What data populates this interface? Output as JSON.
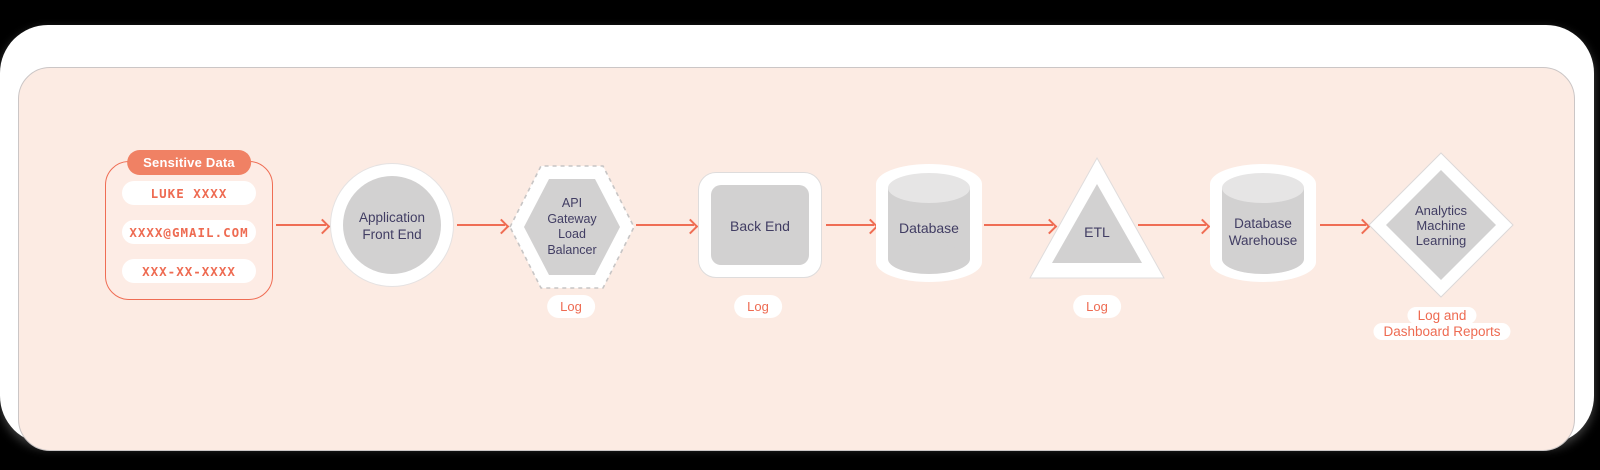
{
  "flow": {
    "sensitive": {
      "title": "Sensitive Data",
      "fields": [
        "LUKE XXXX",
        "XXXX@GMAIL.COM",
        "XXX-XX-XXXX"
      ]
    },
    "nodes": [
      {
        "label": "Application\nFront End",
        "shape": "circle"
      },
      {
        "label": "API\nGateway\nLoad\nBalancer",
        "shape": "hexagon",
        "log": "Log"
      },
      {
        "label": "Back End",
        "shape": "rounded-rect",
        "log": "Log"
      },
      {
        "label": "Database",
        "shape": "cylinder"
      },
      {
        "label": "ETL",
        "shape": "triangle",
        "log": "Log"
      },
      {
        "label": "Database\nWarehouse",
        "shape": "cylinder"
      },
      {
        "label": "Analytics\nMachine\nLearning",
        "shape": "diamond",
        "log_lines": [
          "Log and",
          "Dashboard Reports"
        ]
      }
    ]
  },
  "colors": {
    "background": "#000000",
    "card": "#ffffff",
    "board": "#fcebe3",
    "accent_coral": "#ef6d54",
    "accent_coral_fill": "#f08164",
    "text_navy": "#413d63",
    "shape_gray": "#d2d1d1",
    "cylinder_top_gray": "#e6e5e5"
  }
}
